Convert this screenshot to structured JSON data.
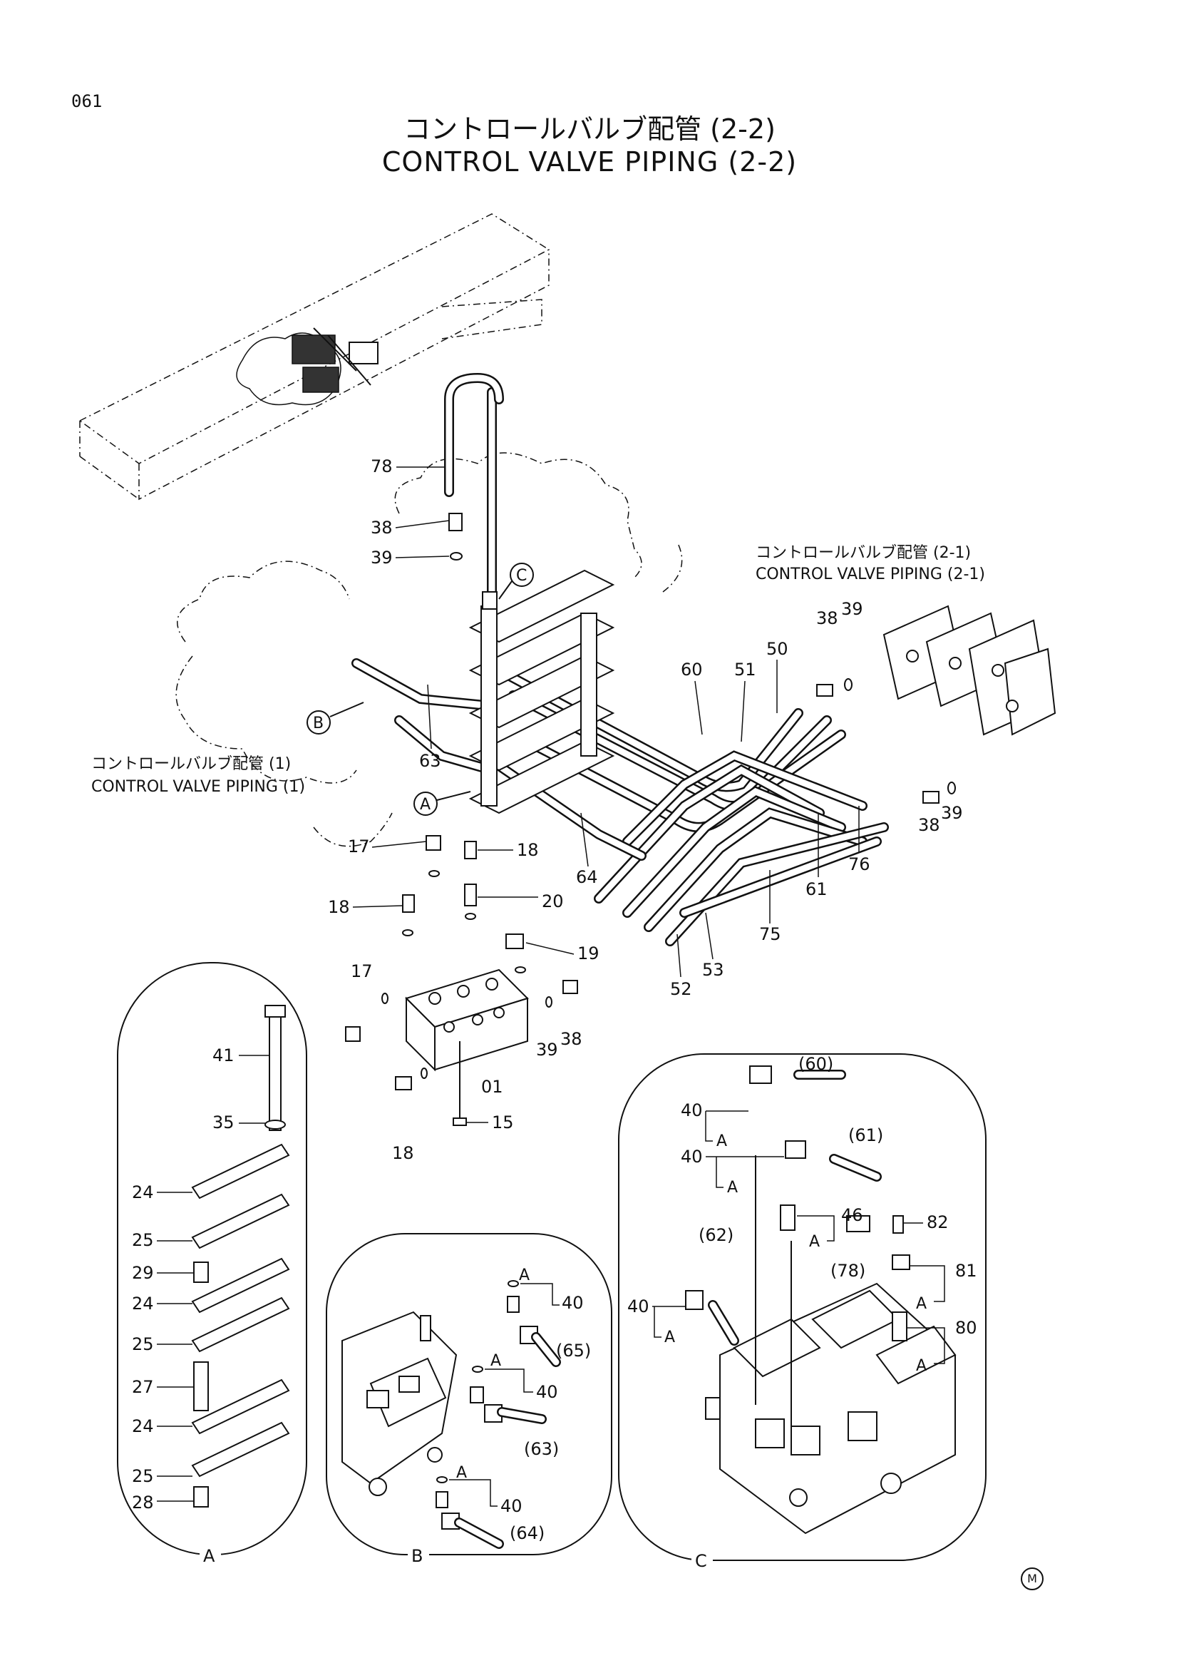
{
  "page_number": "061",
  "title_jp": "コントロールバルブ配管 (2-2)",
  "title_en": "CONTROL VALVE PIPING (2-2)",
  "ref_2_1_jp": "コントロールバルブ配管 (2-1)",
  "ref_2_1_en": "CONTROL VALVE PIPING (2-1)",
  "ref_1_jp": "コントロールバルブ配管 (1)",
  "ref_1_en": "CONTROL VALVE PIPING (1)",
  "views": {
    "A": "A",
    "B": "B",
    "C": "C"
  },
  "callouts": {
    "main": [
      "78",
      "38",
      "39",
      "60",
      "51",
      "50",
      "38",
      "39",
      "63",
      "64",
      "61",
      "76",
      "38",
      "39",
      "75",
      "53",
      "52",
      "17",
      "18",
      "20",
      "18",
      "19",
      "17",
      "39",
      "38",
      "01",
      "15",
      "18"
    ],
    "detail_A": [
      "41",
      "35",
      "24",
      "25",
      "29",
      "24",
      "25",
      "27",
      "24",
      "25",
      "28"
    ],
    "detail_B": [
      "40",
      "(65)",
      "40",
      "(63)",
      "40",
      "(64)"
    ],
    "detail_C": [
      "(60)",
      "40",
      "(61)",
      "40",
      "46",
      "82",
      "(78)",
      "81",
      "(62)",
      "40",
      "80"
    ]
  },
  "marker": "M"
}
